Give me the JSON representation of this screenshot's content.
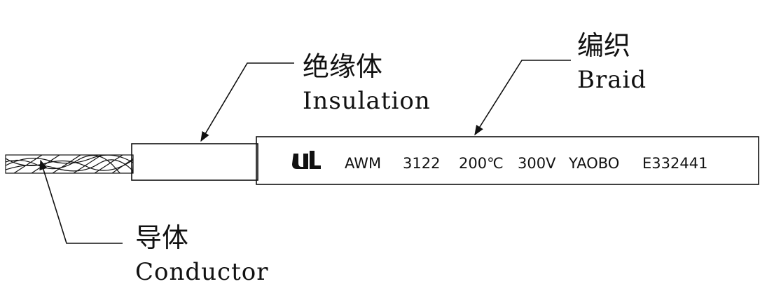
{
  "labels": {
    "insulation_cn": "绝缘体",
    "insulation_en": "Insulation",
    "braid_cn": "编织",
    "braid_en": "Braid",
    "conductor_cn": "导体",
    "conductor_en": "Conductor"
  },
  "cable_print": {
    "logo": "UL recognized component mark",
    "type": "AWM",
    "style": "3122",
    "temperature": "200℃",
    "voltage": "300V",
    "maker": "YAOBO",
    "file_no": "E332441"
  }
}
